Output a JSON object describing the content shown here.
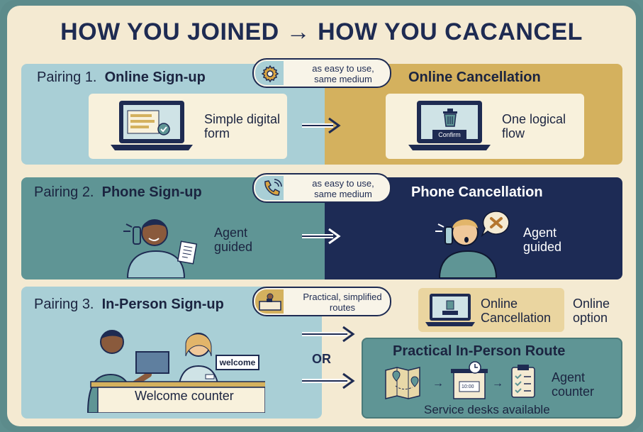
{
  "title": "HOW YOU JOINED → HOW YOU CACANCEL",
  "pairing1": {
    "prefix": "Pairing 1.",
    "name": "Online Sign-up",
    "badge": "as easy to use, same medium",
    "left_caption": "Simple digital form",
    "right_title": "Online Cancellation",
    "confirm_label": "Confirm",
    "right_caption": "One logical flow",
    "colors": {
      "left": "#a9cfd6",
      "right": "#d4b15e"
    }
  },
  "pairing2": {
    "prefix": "Pairing 2.",
    "name": "Phone Sign-up",
    "badge": "as easy to use, same medium",
    "left_caption": "Agent guided",
    "right_title": "Phone Cancellation",
    "right_caption": "Agent guided",
    "colors": {
      "left": "#5f9595",
      "right": "#1d2b55"
    }
  },
  "pairing3": {
    "prefix": "Pairing 3.",
    "name": "In-Person Sign-up",
    "badge": "Practical, simplified routes",
    "welcome_sign": "welcome",
    "counter_label": "Welcome counter",
    "or_label": "OR",
    "online_card": "Online Cancellation",
    "online_option": "Online option",
    "route_title": "Practical In-Person Route",
    "route_agent": "Agent counter",
    "route_caption": "Service desks available",
    "clock_text": "10:00",
    "colors": {
      "left": "#a9cfd6",
      "route": "#5f9595"
    }
  },
  "icons": [
    "gear-icon",
    "phone-icon",
    "desk-icon",
    "laptop-icon",
    "trash-icon",
    "check-icon",
    "x-icon",
    "map-icon",
    "clock-icon",
    "clipboard-icon",
    "arrow-right-icon"
  ]
}
